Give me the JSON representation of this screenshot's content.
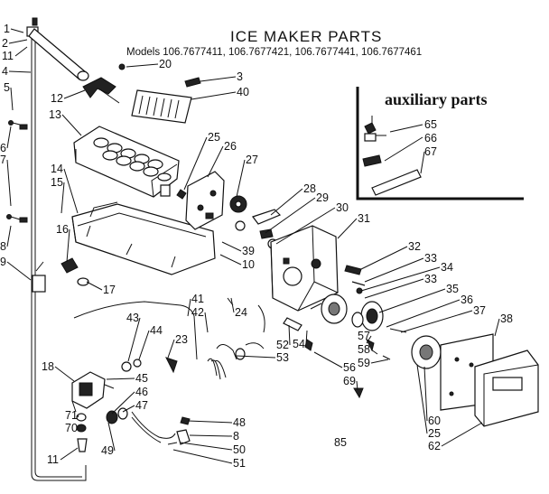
{
  "title": "ICE MAKER PARTS",
  "models": "Models 106.7677411, 106.7677421, 106.7677441, 106.7677461",
  "auxiliary": {
    "heading": "auxiliary parts",
    "labels": [
      "65",
      "66",
      "67"
    ]
  },
  "page_mark": "85",
  "labels": [
    "1",
    "2",
    "11",
    "4",
    "5",
    "6",
    "7",
    "8",
    "9",
    "12",
    "13",
    "20",
    "3",
    "40",
    "14",
    "15",
    "16",
    "17",
    "25",
    "26",
    "27",
    "28",
    "29",
    "30",
    "31",
    "39",
    "10",
    "32",
    "33",
    "34",
    "33",
    "35",
    "36",
    "37",
    "38",
    "41",
    "42",
    "24",
    "43",
    "44",
    "23",
    "18",
    "45",
    "46",
    "47",
    "71",
    "70",
    "49",
    "11",
    "48",
    "8",
    "50",
    "51",
    "52",
    "53",
    "54",
    "57",
    "58",
    "59",
    "56",
    "69",
    "60",
    "25",
    "62"
  ]
}
